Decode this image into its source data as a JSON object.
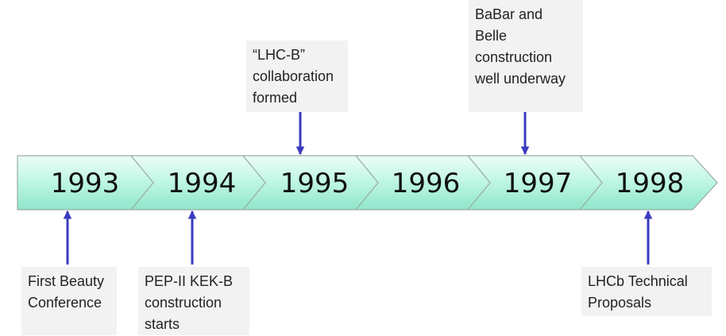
{
  "timeline": {
    "years": [
      "1993",
      "1994",
      "1995",
      "1996",
      "1997",
      "1998"
    ],
    "colors": {
      "band_top": "#edfdf8",
      "band_mid": "#c2f7e6",
      "band_bottom": "#8fe6cb",
      "band_stroke": "#9aaaa5",
      "arrow": "#3b3bbf",
      "label_bg": "#f2f2f2"
    }
  },
  "events": {
    "e1993": "First Beauty Conference",
    "e1994": "PEP-II KEK-B construction starts",
    "e1995": "“LHC-B” collaboration formed",
    "e1997": "BaBar and Belle construction well underway",
    "e1998": "LHCb Technical Proposals"
  }
}
